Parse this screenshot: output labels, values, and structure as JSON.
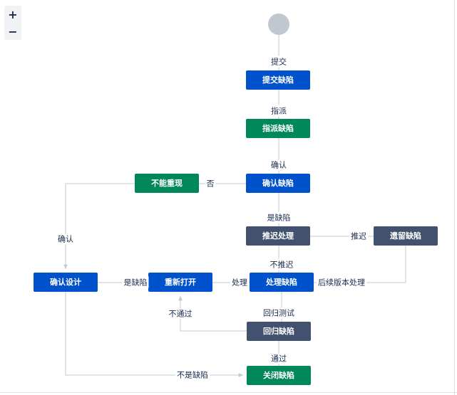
{
  "zoom": {
    "in_label": "+",
    "out_label": "−"
  },
  "colors": {
    "blue": "#0052cc",
    "green": "#00875a",
    "dark": "#42526e",
    "start": "#c1c7d0",
    "edge": "#c1c7d0",
    "label": "#172b4d"
  },
  "nodes": [
    {
      "id": "start",
      "label": "",
      "kind": "start"
    },
    {
      "id": "submit",
      "label": "提交缺陷",
      "kind": "blue"
    },
    {
      "id": "assign",
      "label": "指派缺陷",
      "kind": "green"
    },
    {
      "id": "confirm",
      "label": "确认缺陷",
      "kind": "blue"
    },
    {
      "id": "cannot_repro",
      "label": "不能重现",
      "kind": "green"
    },
    {
      "id": "defer",
      "label": "推迟处理",
      "kind": "dark"
    },
    {
      "id": "legacy",
      "label": "遗留缺陷",
      "kind": "dark"
    },
    {
      "id": "confirm_design",
      "label": "确认设计",
      "kind": "blue"
    },
    {
      "id": "reopen",
      "label": "重新打开",
      "kind": "blue"
    },
    {
      "id": "handle",
      "label": "处理缺陷",
      "kind": "blue"
    },
    {
      "id": "regress",
      "label": "回归缺陷",
      "kind": "dark"
    },
    {
      "id": "close",
      "label": "关闭缺陷",
      "kind": "green"
    }
  ],
  "edges": [
    {
      "id": "e-start-submit",
      "label": "提交"
    },
    {
      "id": "e-submit-assign",
      "label": "指派"
    },
    {
      "id": "e-assign-confirm",
      "label": "确认"
    },
    {
      "id": "e-confirm-cannot",
      "label": "否"
    },
    {
      "id": "e-cannot-design",
      "label": "确认"
    },
    {
      "id": "e-confirm-defer",
      "label": "是缺陷"
    },
    {
      "id": "e-defer-legacy",
      "label": "推迟"
    },
    {
      "id": "e-defer-handle",
      "label": "不推迟"
    },
    {
      "id": "e-legacy-handle",
      "label": "后续版本处理"
    },
    {
      "id": "e-design-reopen",
      "label": "是缺陷"
    },
    {
      "id": "e-handle-reopen",
      "label": "处理"
    },
    {
      "id": "e-handle-regress",
      "label": "回归测试"
    },
    {
      "id": "e-regress-reopen",
      "label": "不通过"
    },
    {
      "id": "e-regress-close",
      "label": "通过"
    },
    {
      "id": "e-design-close",
      "label": "不是缺陷"
    }
  ]
}
